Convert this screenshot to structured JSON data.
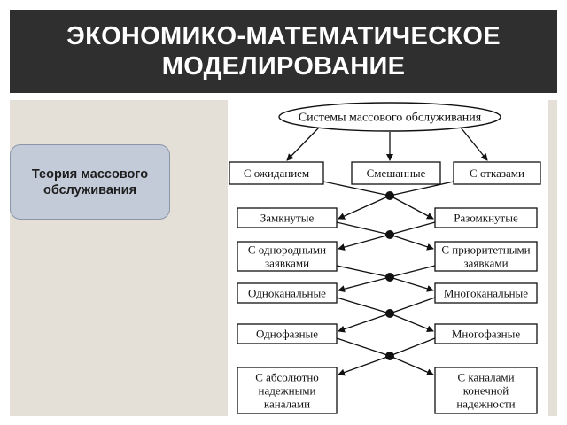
{
  "title": {
    "line1": "ЭКОНОМИКО-МАТЕМАТИЧЕСКОЕ",
    "line2": "МОДЕЛИРОВАНИЕ"
  },
  "topic": {
    "line1": "Теория массового",
    "line2": "обслуживания"
  },
  "diagram": {
    "root": "Системы массового обслуживания",
    "row1": [
      "С ожиданием",
      "Смешанные",
      "С отказами"
    ],
    "pairs": [
      {
        "left": [
          "Замкнутые"
        ],
        "right": [
          "Разомкнутые"
        ]
      },
      {
        "left": [
          "С однородными",
          "заявками"
        ],
        "right": [
          "С приоритетными",
          "заявками"
        ]
      },
      {
        "left": [
          "Одноканальные"
        ],
        "right": [
          "Многоканальные"
        ]
      },
      {
        "left": [
          "Однофазные"
        ],
        "right": [
          "Многофазные"
        ]
      },
      {
        "left": [
          "С абсолютно",
          "надежными",
          "каналами"
        ],
        "right": [
          "С каналами",
          "конечной",
          "надежности"
        ]
      }
    ]
  }
}
